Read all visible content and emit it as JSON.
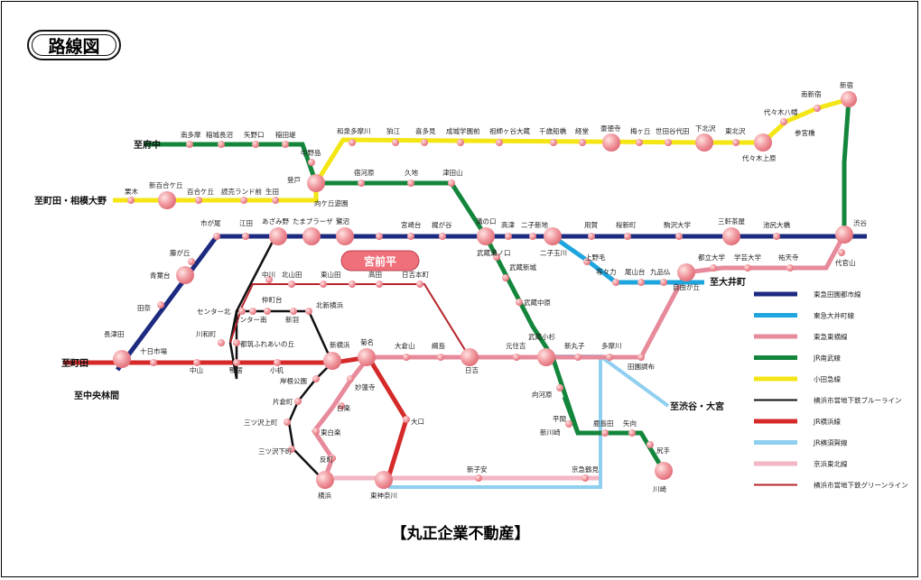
{
  "title": "路線図",
  "footer": "【丸正企業不動産】",
  "highlight_station": "宮前平",
  "colors": {
    "denentoshi": "#1c2a80",
    "oimachi": "#1ea5de",
    "toyoko": "#e78a9b",
    "nambu": "#13863c",
    "odakyu": "#f4e614",
    "blue_line": "#111111",
    "yokohama_line": "#d52a2a",
    "yokosuka": "#8fcfef",
    "keihin_tohoku": "#f3b6c4",
    "green_line": "#b5252b",
    "station": "#f08f96",
    "highlight_bg": "#f0707a"
  },
  "legend": [
    {
      "label": "東急田園都市線",
      "color": "#1c2a80",
      "width": 5
    },
    {
      "label": "東急大井町線",
      "color": "#1ea5de",
      "width": 5
    },
    {
      "label": "東急東横線",
      "color": "#e78a9b",
      "width": 5
    },
    {
      "label": "JR南武線",
      "color": "#13863c",
      "width": 5
    },
    {
      "label": "小田急線",
      "color": "#f4e614",
      "width": 5
    },
    {
      "label": "横浜市営地下鉄ブルーライン",
      "color": "#111111",
      "width": 2
    },
    {
      "label": "JR横浜線",
      "color": "#d52a2a",
      "width": 5
    },
    {
      "label": "JR横須賀線",
      "color": "#8fcfef",
      "width": 5
    },
    {
      "label": "京浜東北線",
      "color": "#f3b6c4",
      "width": 5
    },
    {
      "label": "横浜市営地下鉄グリーンライン",
      "color": "#b5252b",
      "width": 2
    }
  ],
  "directions": [
    {
      "label": "至府中"
    },
    {
      "label": "至町田・相模大野"
    },
    {
      "label": "至町田"
    },
    {
      "label": "至中央林間"
    },
    {
      "label": "至大井町"
    },
    {
      "label": "至渋谷・大宮"
    }
  ],
  "stations": {
    "minamitama": "南多摩",
    "inagi": "稲城長沼",
    "yanokuchi": "矢野口",
    "inadazutsumi": "稲田堤",
    "nakanoshima": "中野島",
    "noborito": "登戸",
    "mukogaoka": "向ケ丘遊園",
    "izumitamagawa": "和泉多摩川",
    "komae": "狛江",
    "kitami": "喜多見",
    "seijo": "成城学園前",
    "soshigaya": "祖師ヶ谷大蔵",
    "chitosefunabashi": "千歳船橋",
    "kyodo": "経堂",
    "gotokuji": "豪徳寺",
    "umegaoka": "梅ヶ丘",
    "setagayadaita": "世田谷代田",
    "shimokitazawa": "下北沢",
    "higashikitazawa": "東北沢",
    "yoyogiuehara": "代々木上原",
    "yoyogihachiman": "代々木八幡",
    "sangubashi": "参宮橋",
    "minamishinjuku": "南新宿",
    "shinjuku": "新宿",
    "karakida": "栗木",
    "shinyurigaoka": "新百合ケ丘",
    "yurigaoka": "百合ケ丘",
    "yomiuriland": "読売ランド前",
    "ikuta": "生田",
    "shukugawara": "宿河原",
    "kuji": "久地",
    "tsudayama": "津田山",
    "musashimizonokuchi": "武蔵溝ノ口",
    "musashishinjo": "武蔵新城",
    "musashinakahara": "武蔵中原",
    "musashikosugi": "武蔵小杉",
    "mukaigawara": "向河原",
    "hirama": "平間",
    "kashimada": "鹿島田",
    "yako": "矢向",
    "shinkawasaki": "新川崎",
    "shitte": "尻手",
    "kawasaki": "川崎",
    "chuorinkan_line_ichigao": "市が尾",
    "eda": "江田",
    "azamino": "あざみ野",
    "tamaplaza": "たまプラーザ",
    "saginuma": "鷺沼",
    "miyazakidai": "宮崎台",
    "kajigaya": "梶が谷",
    "mizonokuchi": "溝の口",
    "takatsu": "高津",
    "futakoshinchi": "二子新地",
    "futakotamagawa": "二子玉川",
    "yoga": "用賀",
    "sakurashinmachi": "桜新町",
    "komazawa": "駒沢大学",
    "sangenjaya": "三軒茶屋",
    "ikejiriohashi": "池尻大橋",
    "shibuya": "渋谷",
    "fujigaoka": "藤が丘",
    "aobadai": "青葉台",
    "tana": "田奈",
    "nagatsuta": "長津田",
    "kaminoge": "上野毛",
    "todoroki": "等々力",
    "oyamadai": "尾山台",
    "kuhonbutsu": "九品仏",
    "jiyugaoka": "自由が丘",
    "toritsudaigaku": "都立大学",
    "gakugeidaigaku": "学芸大学",
    "yutenji": "祐天寺",
    "daikanyama": "代官山",
    "denenchofu": "田園調布",
    "tamagawa": "多摩川",
    "shinmaruko": "新丸子",
    "motosumiyoshi": "元住吉",
    "hiyoshi": "日吉",
    "tsunashima": "綱島",
    "okurayama": "大倉山",
    "kikuna": "菊名",
    "myorenji": "妙蓮寺",
    "hakuraku": "白楽",
    "higashihakuraku": "東白楽",
    "tammachi": "反町",
    "yokohama": "横浜",
    "higashikanagawa": "東神奈川",
    "oguchi": "大口",
    "shinkoyasu": "新子安",
    "keikyutsurumi": "京急鶴見",
    "nakagawa": "中川",
    "kitayamata": "北山田",
    "higashiyamata": "東山田",
    "takata": "高田",
    "hiyoshihoncho": "日吉本町",
    "centerkita": "センター北",
    "centerminami": "センター南",
    "nakamachidai": "仲町台",
    "nippa": "新羽",
    "kitashinyokohama": "北新横浜",
    "shinyokohama": "新横浜",
    "kishinekoen": "岸根公園",
    "katakuracho": "片倉町",
    "mitsuzawakamicho": "三ツ沢上町",
    "mitsuzawashimocho": "三ツ沢下町",
    "kawawacho": "川和町",
    "tsuzukifureai": "都筑ふれあいの丘",
    "tokaichiba": "十日市場",
    "nakayama": "中山",
    "kamoi": "鴨居",
    "kozukue": "小机"
  }
}
